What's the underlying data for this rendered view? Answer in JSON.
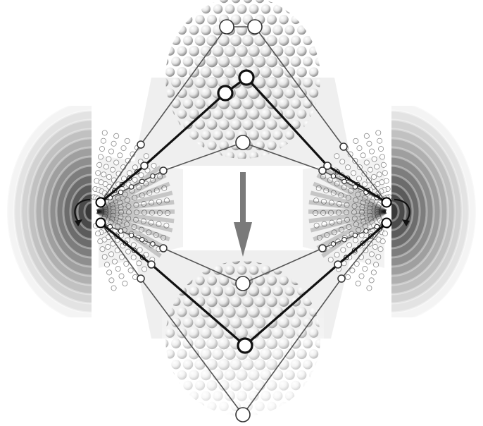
{
  "diagram": {
    "background": "#ffffff",
    "colors": {
      "thin_link": "#555555",
      "bold_link": "#111111",
      "arrow": "#7a7a7a",
      "bead_fill": "#f4f4f4",
      "bead_shade": "#9a9a9a",
      "halo": "#e9e9e9",
      "node_fill": "#ffffff"
    },
    "elements": [
      "upper-particle-sphere",
      "lower-particle-sphere",
      "left-radial-field",
      "right-radial-field",
      "downward-arrow",
      "left-rotation-arrow",
      "right-rotation-arrow"
    ]
  }
}
